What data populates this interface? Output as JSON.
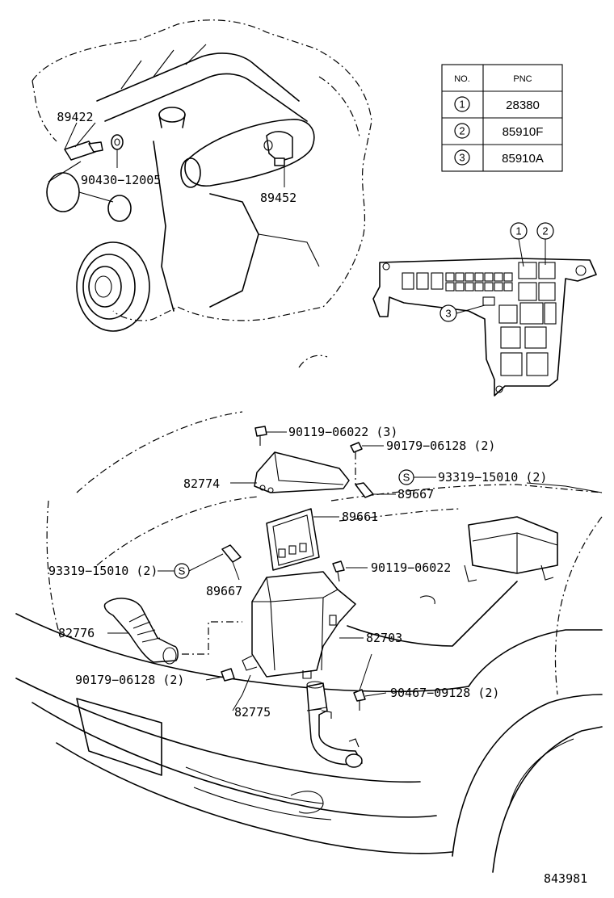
{
  "table": {
    "header_no": "NO.",
    "header_pnc": "PNC",
    "rows": [
      {
        "no": "1",
        "pnc": "28380"
      },
      {
        "no": "2",
        "pnc": "85910F"
      },
      {
        "no": "3",
        "pnc": "85910A"
      }
    ]
  },
  "relay_callouts": [
    "1",
    "2",
    "3"
  ],
  "labels": {
    "p89422": "89422",
    "p90430": "90430−12005",
    "p89452": "89452",
    "p90119a": "90119−06022 (3)",
    "p90179a": "90179−06128 (2)",
    "p93319a": "93319−15010 (2)",
    "p82774": "82774",
    "p89667a": "89667",
    "p89661": "89661",
    "p93319b": "93319−15010 (2)",
    "p90119b": "90119−06022",
    "p89667b": "89667",
    "p82776": "82776",
    "p82703": "82703",
    "p90179b": "90179−06128 (2)",
    "p90467": "90467−09128 (2)",
    "p82775": "82775",
    "s_mark": "S",
    "diagram_no": "843981"
  }
}
